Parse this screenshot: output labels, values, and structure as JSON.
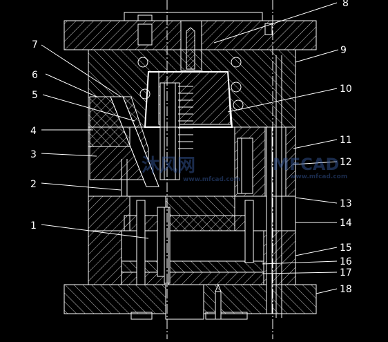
{
  "colors": {
    "background": "#000000",
    "line": "#ffffff",
    "center_line": "#ffffff",
    "watermark": "#3a5fa8"
  },
  "labels": {
    "n1": "1",
    "n2": "2",
    "n3": "3",
    "n4": "4",
    "n5": "5",
    "n6": "6",
    "n7": "7",
    "n8": "8",
    "n9": "9",
    "n10": "10",
    "n11": "11",
    "n12": "12",
    "n13": "13",
    "n14": "14",
    "n15": "15",
    "n16": "16",
    "n17": "17",
    "n18": "18"
  },
  "watermark": {
    "brand_cn": "沐风网",
    "brand_en": "MFCAD",
    "url": "www.mfcad.com"
  }
}
